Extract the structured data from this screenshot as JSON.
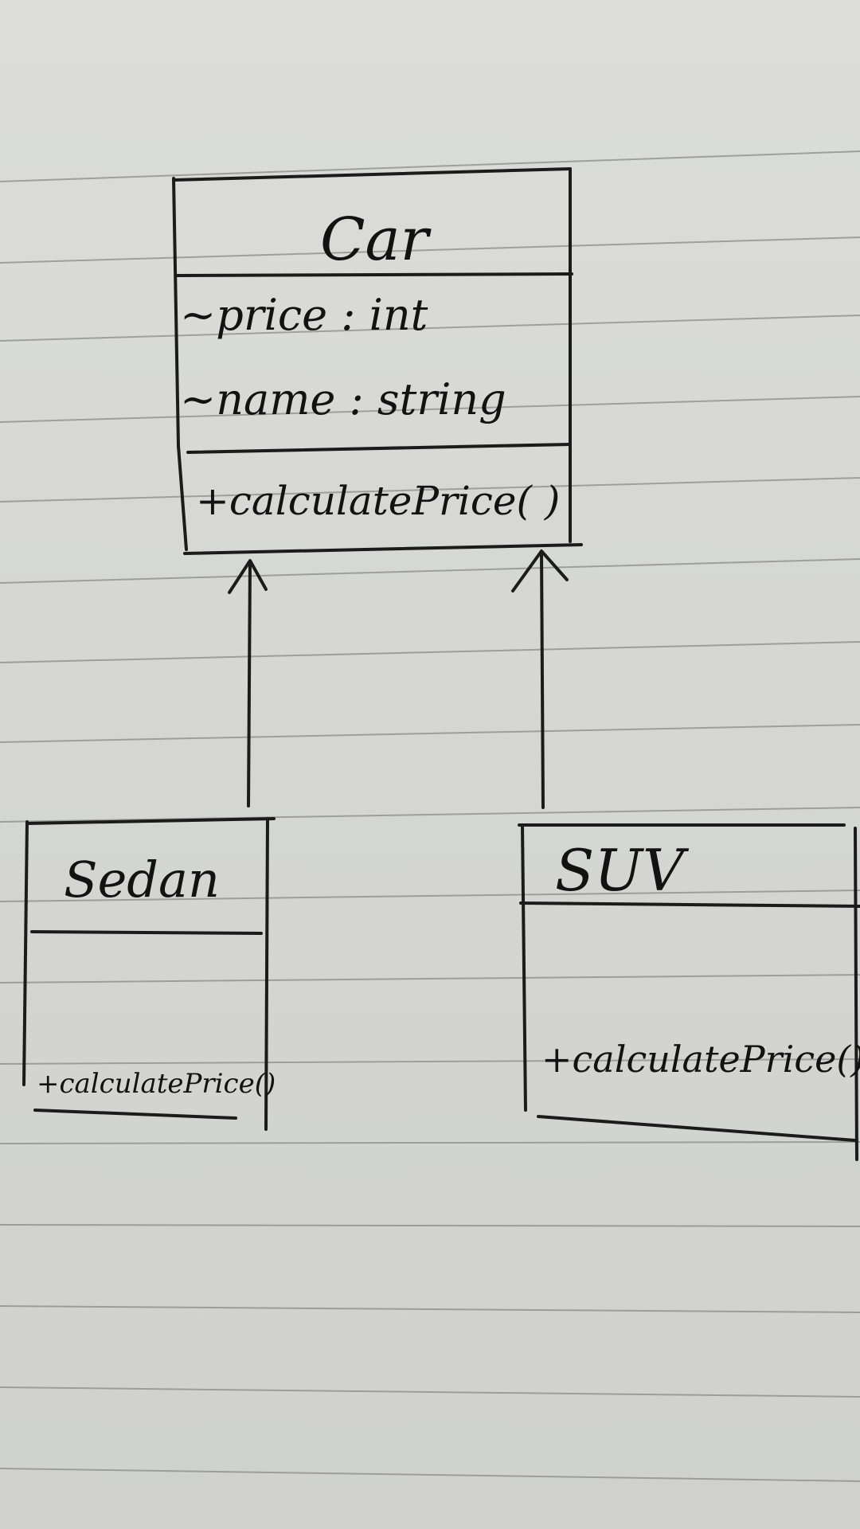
{
  "diagram": {
    "parent_class": {
      "name": "Car",
      "attributes": [
        "~price : int",
        "~name : string"
      ],
      "methods": [
        "+calculatePrice( )"
      ]
    },
    "child_classes": [
      {
        "name": "Sedan",
        "attributes": [],
        "methods": [
          "+calculatePrice()"
        ]
      },
      {
        "name": "SUV",
        "attributes": [],
        "methods": [
          "+calculatePrice()"
        ]
      }
    ],
    "relationships": [
      {
        "from": "Sedan",
        "to": "Car",
        "type": "inheritance"
      },
      {
        "from": "SUV",
        "to": "Car",
        "type": "inheritance"
      }
    ]
  }
}
